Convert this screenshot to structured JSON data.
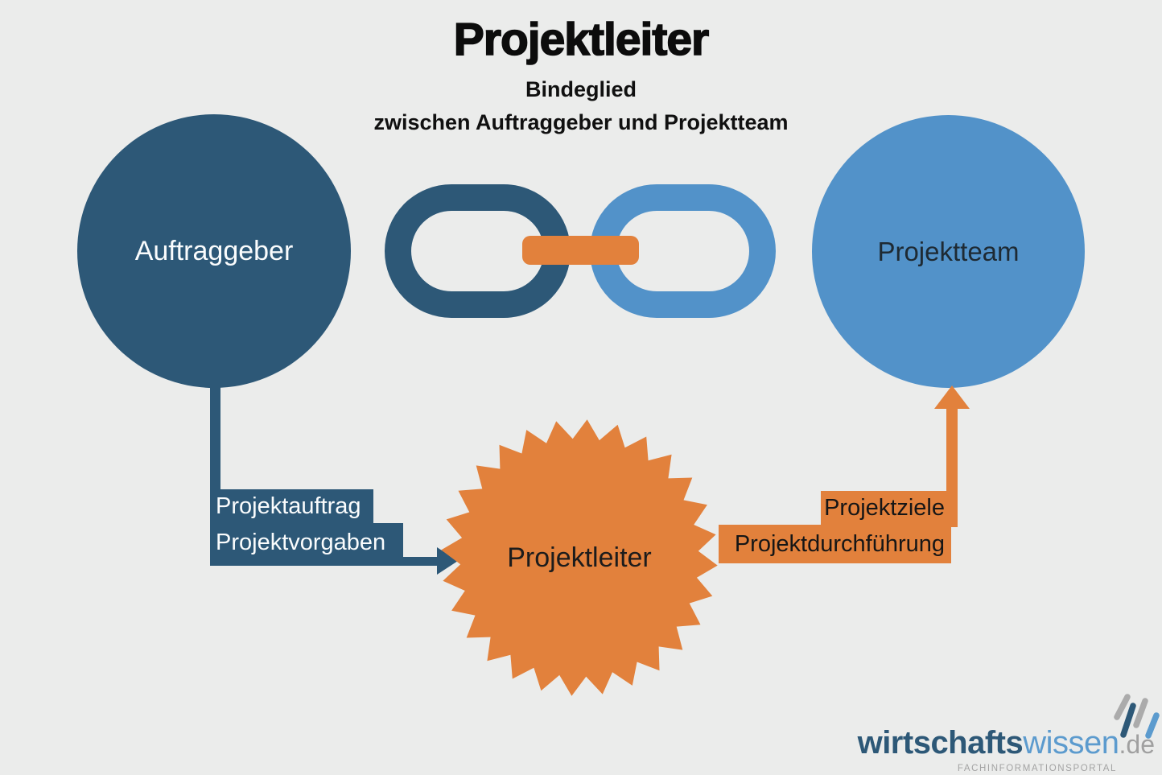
{
  "header": {
    "title": "Projektleiter",
    "subtitle_line1": "Bindeglied",
    "subtitle_line2": "zwischen Auftraggeber und Projektteam"
  },
  "diagram": {
    "left_circle_label": "Auftraggeber",
    "right_circle_label": "Projektteam",
    "star_label": "Projektleiter",
    "left_labels": [
      "Projektauftrag",
      "Projektvorgaben"
    ],
    "right_labels": [
      "Projektziele",
      "Projektdurchführung"
    ]
  },
  "footer": {
    "brand_part1": "wirtschafts",
    "brand_part2": "wissen",
    "brand_suffix": ".de",
    "tagline": "FACHINFORMATIONSPORTAL"
  },
  "colors": {
    "background": "#ebeceb",
    "navy": "#2d5877",
    "blue": "#5292c9",
    "orange": "#e2813c",
    "text_dark": "#1d1d1d",
    "text_light": "#fafcfd",
    "gray": "#9e9e9e",
    "slash_gray": "#ababab"
  }
}
